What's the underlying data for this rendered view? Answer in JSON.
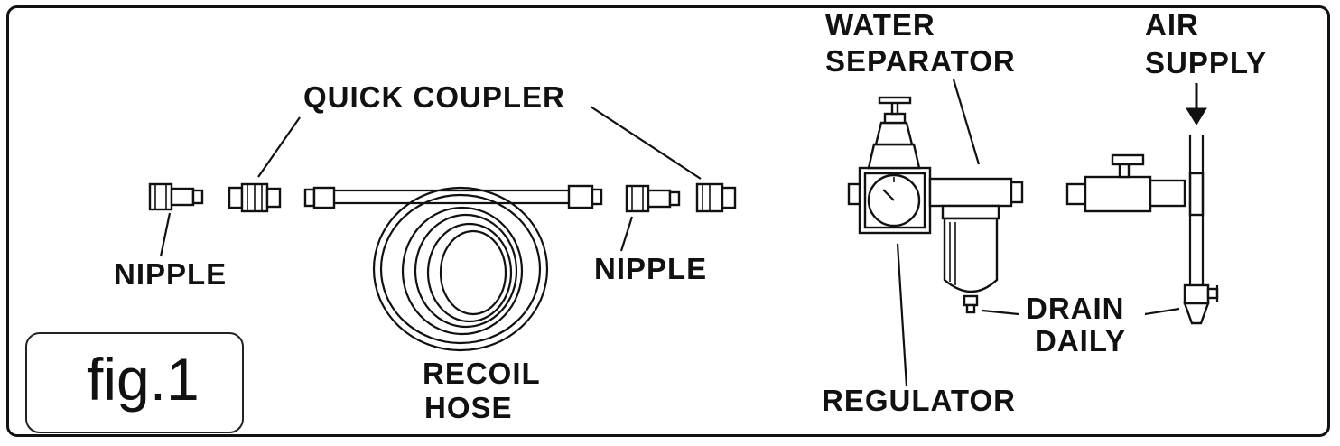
{
  "figure": {
    "label": "fig.1"
  },
  "labels": {
    "quick_coupler": "QUICK COUPLER",
    "nipple_left": "NIPPLE",
    "nipple_right": "NIPPLE",
    "recoil_hose_line1": "RECOIL",
    "recoil_hose_line2": "HOSE",
    "water_separator_line1": "WATER",
    "water_separator_line2": "SEPARATOR",
    "air_supply_line1": "AIR",
    "air_supply_line2": "SUPPLY",
    "drain_daily_line1": "DRAIN",
    "drain_daily_line2": "DAILY",
    "regulator": "REGULATOR"
  },
  "colors": {
    "ink": "#111111",
    "background": "#ffffff"
  }
}
